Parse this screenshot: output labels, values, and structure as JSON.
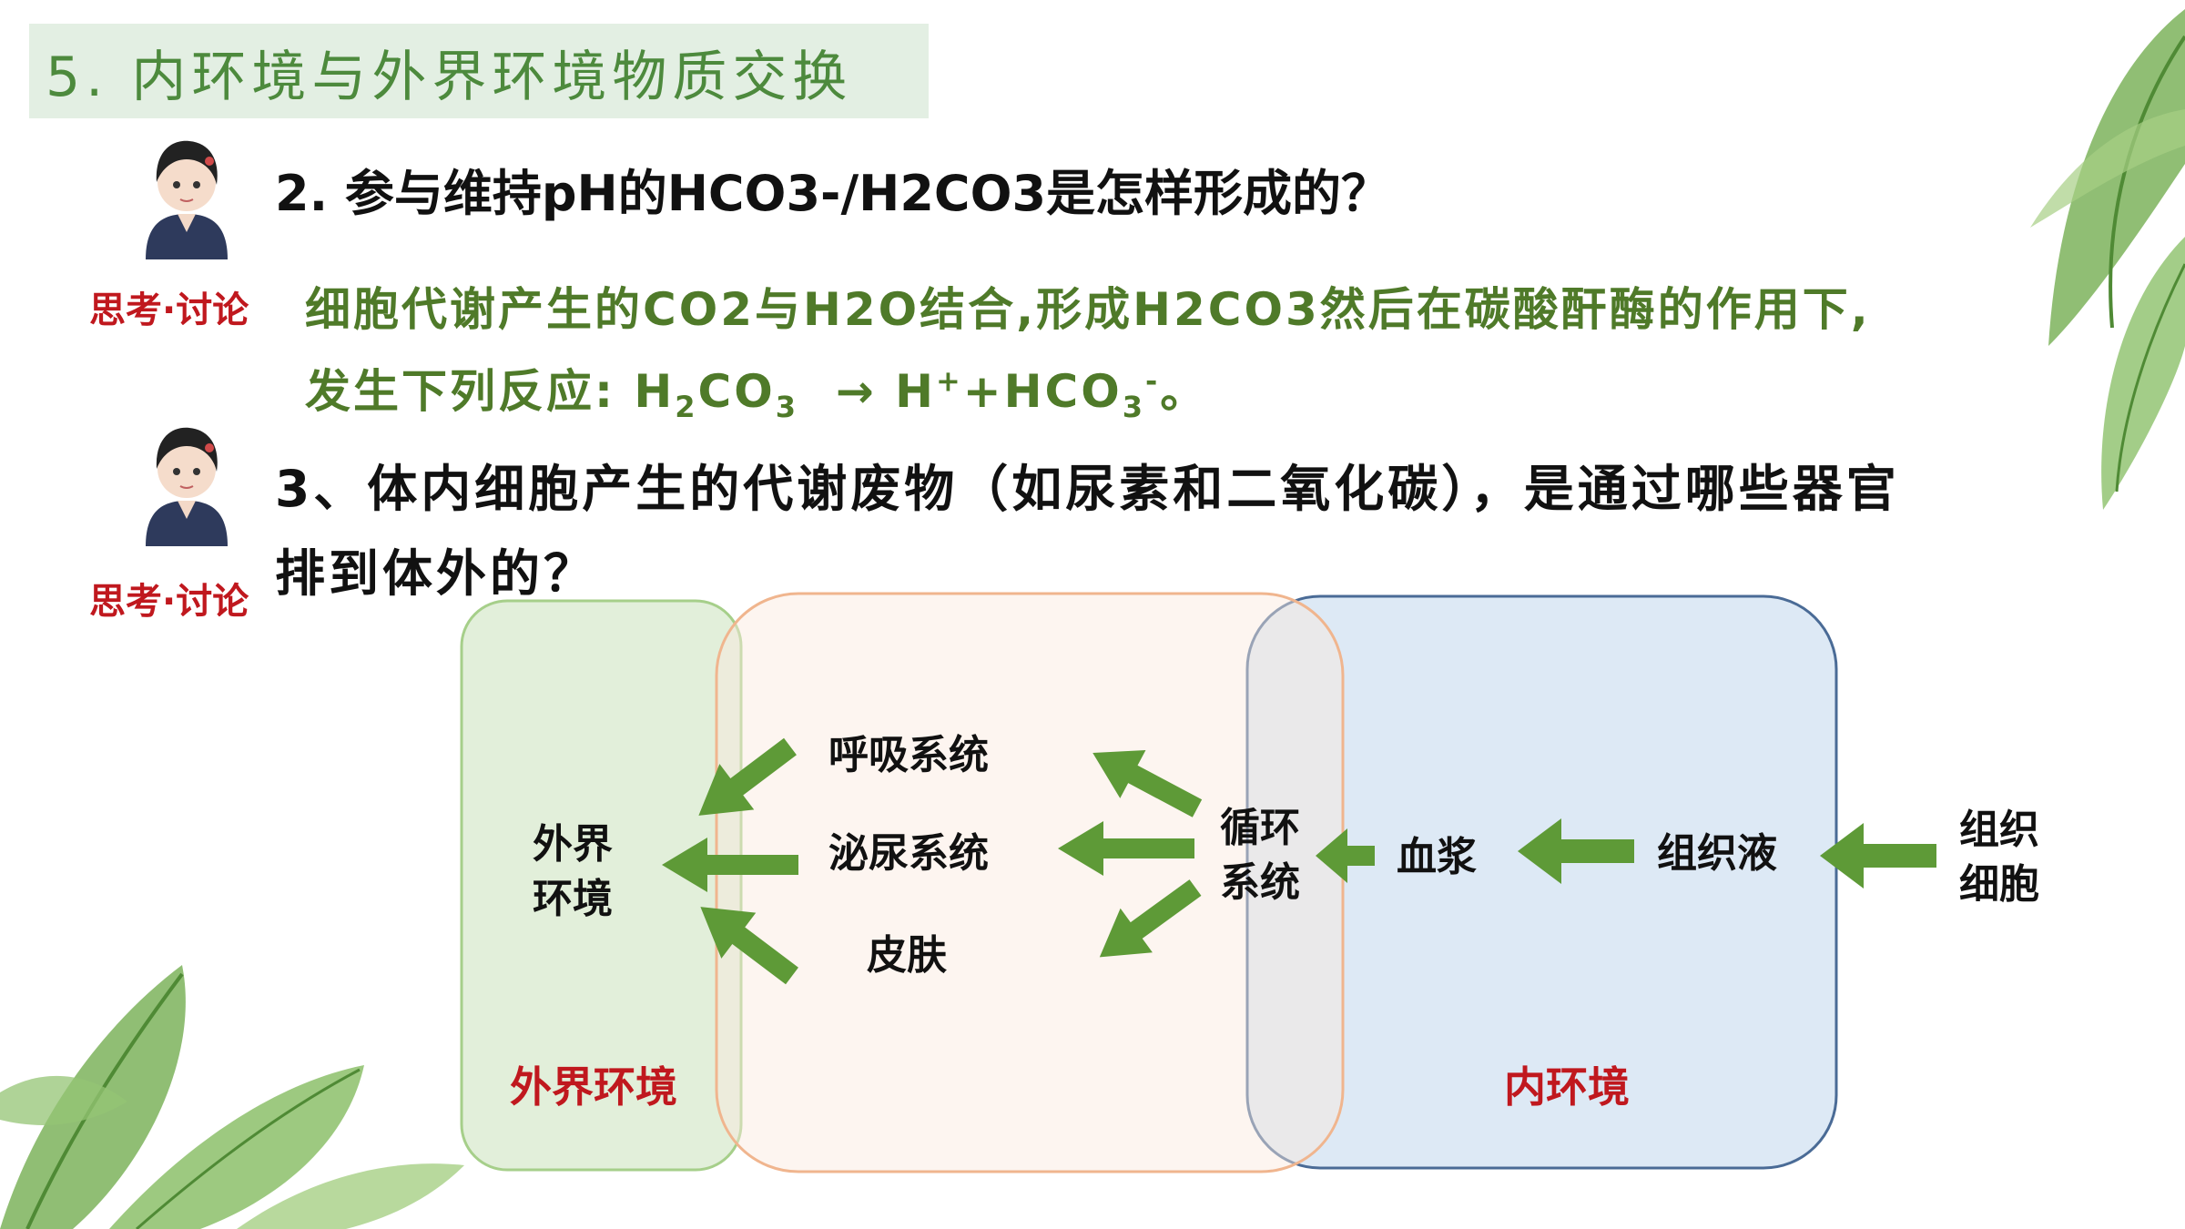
{
  "title": "5. 内环境与外界环境物质交换",
  "q2": "2. 参与维持pH的HCO3-/H2CO3是怎样形成的？",
  "think_label": "思考·讨论",
  "answer": {
    "line1": "细胞代谢产生的CO2与H2O结合,形成H2CO3然后在碳酸酐酶的作用下,",
    "line2_prefix": "发生下列反应: ",
    "line2_suffix": "。"
  },
  "q3": {
    "line1": "3、体内细胞产生的代谢废物（如尿素和二氧化碳），是通过哪些器官",
    "line2": "排到体外的？"
  },
  "diagram": {
    "external_env_l1": "外界",
    "external_env_l2": "环境",
    "respiratory": "呼吸系统",
    "urinary": "泌尿系统",
    "skin": "皮肤",
    "circulation_l1": "循环",
    "circulation_l2": "系统",
    "plasma": "血浆",
    "tissue_fluid": "组织液",
    "tissue_cells_l1": "组织",
    "tissue_cells_l2": "细胞",
    "label_external": "外界环境",
    "label_internal": "内环境"
  },
  "colors": {
    "arrow": "#5e9a37",
    "title_bg": "#e3efe3",
    "title_text": "#4d8a3d",
    "answer_text": "#4f7a29",
    "accent_red": "#c0181e",
    "external_box": "#e2efda",
    "internal_box": "#dde9f5"
  }
}
